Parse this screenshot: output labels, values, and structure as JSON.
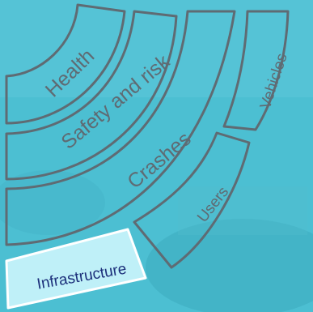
{
  "diagram": {
    "segments": [
      {
        "id": "health",
        "label": "Health",
        "active": false
      },
      {
        "id": "safety-and-risk",
        "label": "Safety and risk",
        "active": false
      },
      {
        "id": "crashes",
        "label": "Crashes",
        "active": false
      },
      {
        "id": "vehicles",
        "label": "Vehicles",
        "active": false
      },
      {
        "id": "users",
        "label": "Users",
        "active": false
      },
      {
        "id": "infrastructure",
        "label": "Infrastructure",
        "active": true
      }
    ]
  },
  "colors": {
    "background": "#4cbfd2",
    "outline": "#5f6b73",
    "label": "#5f6b73",
    "active_fill": "#bff0f8",
    "active_outline": "#ffffff",
    "active_label": "#1c2f7a"
  }
}
